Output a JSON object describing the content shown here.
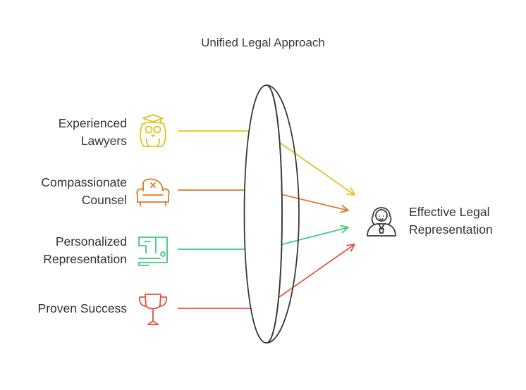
{
  "title": "Unified Legal Approach",
  "inputs": [
    {
      "line1": "Experienced",
      "line2": "Lawyers",
      "icon": "owl-graduate-icon",
      "color": "#e0c21c"
    },
    {
      "line1": "Compassionate",
      "line2": "Counsel",
      "icon": "armchair-icon",
      "color": "#dd7a26"
    },
    {
      "line1": "Personalized",
      "line2": "Representation",
      "icon": "sewing-machine-icon",
      "color": "#3ec97a"
    },
    {
      "line1": "Proven Success",
      "line2": "",
      "icon": "trophy-icon",
      "color": "#e0533e"
    }
  ],
  "result": {
    "line1": "Effective Legal",
    "line2": "Representation",
    "icon": "judge-icon",
    "color": "#3a3a3a"
  },
  "lens": {
    "name": "lens",
    "color": "#3a3a3a"
  }
}
